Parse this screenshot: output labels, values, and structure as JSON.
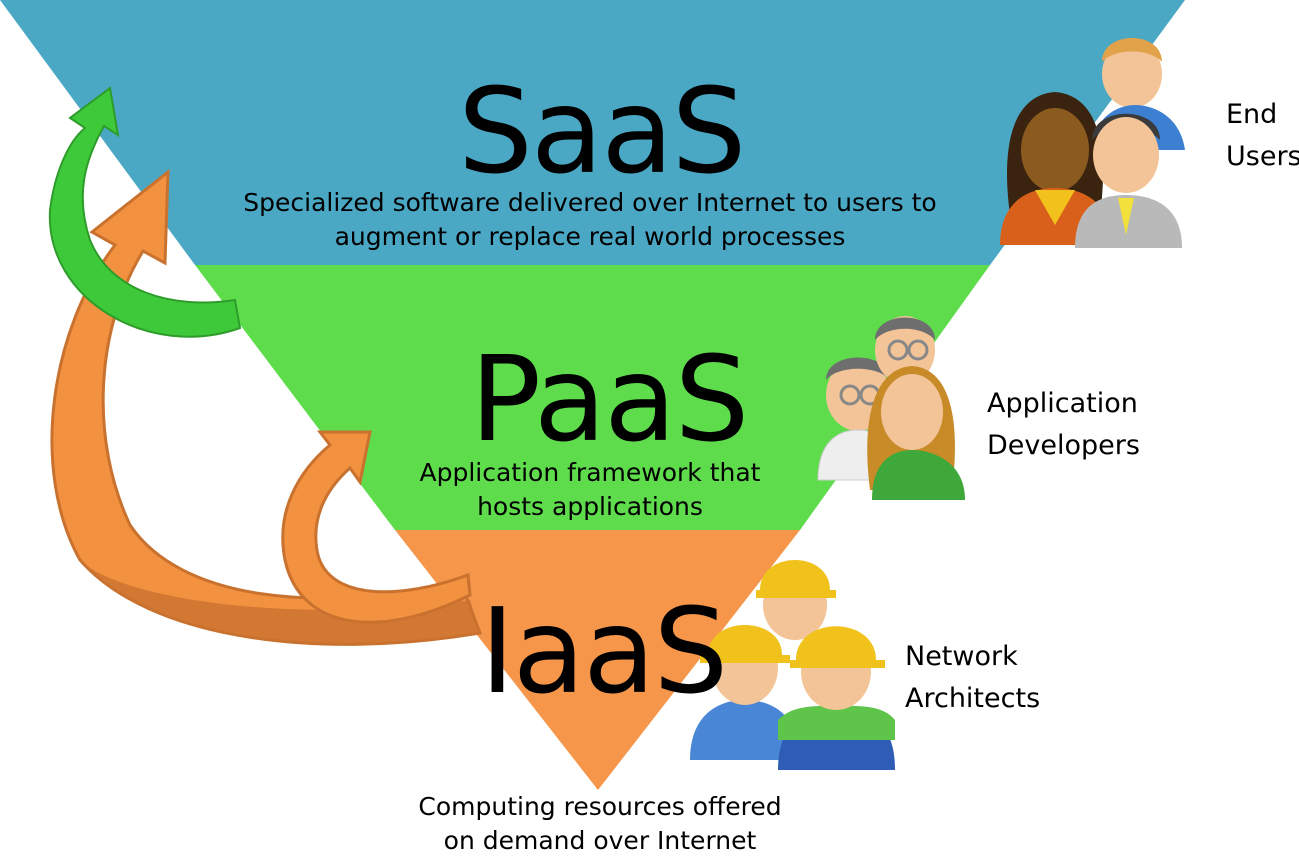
{
  "layers": [
    {
      "id": "saas",
      "name": "SaaS",
      "description_lines": [
        "Specialized software delivered over Internet to users to",
        "augment or replace real world processes"
      ],
      "audience_lines": [
        "End",
        "Users"
      ],
      "color": "#4aa8c5"
    },
    {
      "id": "paas",
      "name": "PaaS",
      "description_lines": [
        "Application framework that",
        "hosts applications"
      ],
      "audience_lines": [
        "Application",
        "Developers"
      ],
      "color": "#5edc4c"
    },
    {
      "id": "iaas",
      "name": "IaaS",
      "description_lines": [
        "Computing resources offered",
        "on demand over Internet"
      ],
      "audience_lines": [
        "Network",
        "Architects"
      ],
      "color": "#f5964a"
    }
  ],
  "arrows": {
    "green": "#3ec93a",
    "orange": "#f2913f",
    "orange_dark": "#c9722f"
  },
  "icons": [
    "end-users-icon",
    "developers-icon",
    "architects-icon"
  ]
}
